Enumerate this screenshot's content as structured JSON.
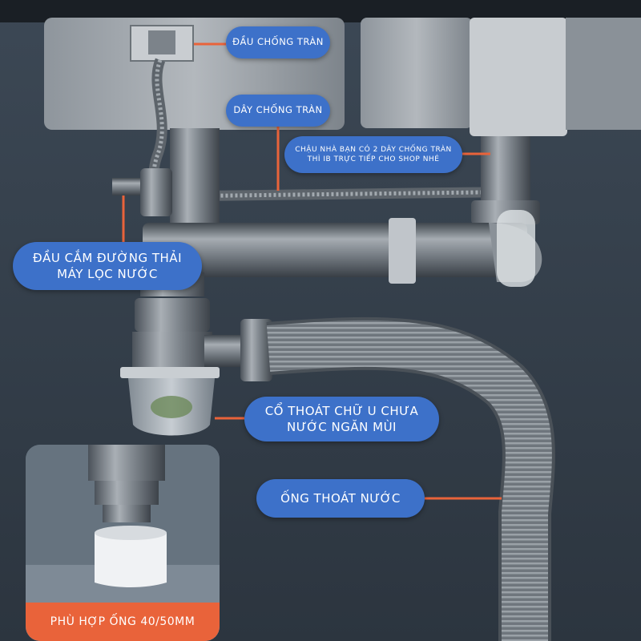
{
  "labels": {
    "overflow_head": "ĐẦU CHỐNG TRÀN",
    "overflow_hose": "DÂY CHỐNG TRÀN",
    "basin_note_line1": "CHẬU NHÀ BẠN CÓ 2 DÂY CHỐNG TRÀN",
    "basin_note_line2": "THÌ IB TRỰC TIẾP CHO SHOP NHÉ",
    "filter_inlet_line1": "ĐẦU CẮM ĐƯỜNG THẢI",
    "filter_inlet_line2": "MÁY LỌC NƯỚC",
    "u_trap_line1": "CỔ THOÁT CHỮ U CHƯA",
    "u_trap_line2": "NƯỚC NGĂN MÙI",
    "drain_pipe": "ỐNG THOÁT NƯỚC",
    "fits_pipe": "PHÙ HỢP ỐNG 40/50MM"
  },
  "colors": {
    "callout_blue": "#3d71c9",
    "leader_orange": "#e9633a",
    "badge_orange": "#e9633a",
    "background": "#35404c"
  }
}
